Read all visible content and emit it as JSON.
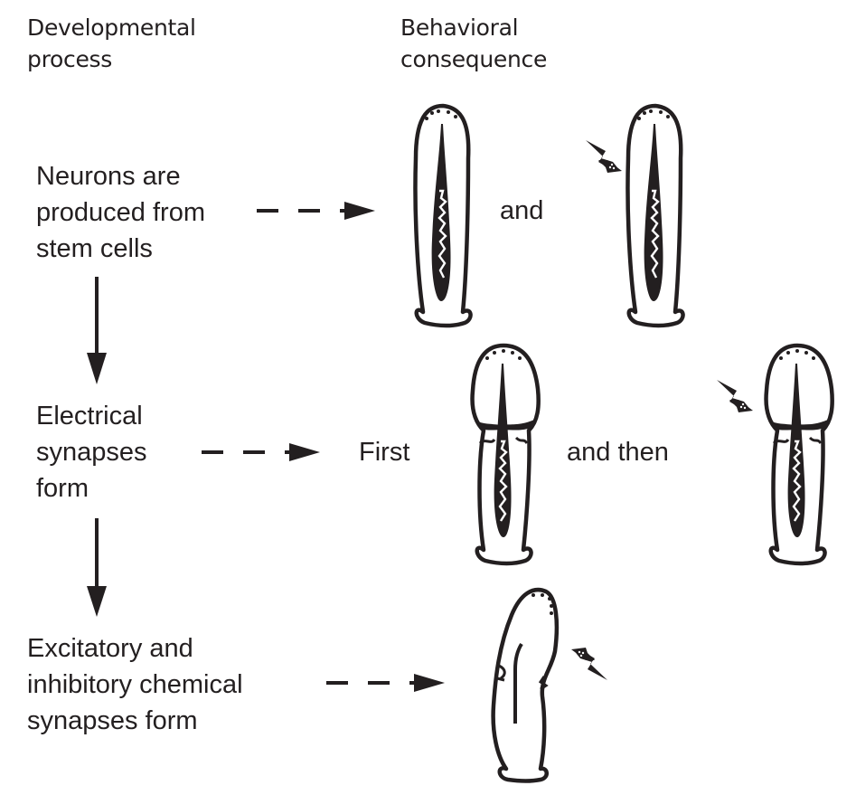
{
  "headers": {
    "left": "Developmental\nprocess",
    "right": "Behavioral\nconsequence"
  },
  "steps": [
    {
      "label": "Neurons are\nproduced from\nstem cells",
      "consequence": {
        "connector_words": [
          "and"
        ],
        "embryos": [
          {
            "stage": "elongated",
            "stimulus": false
          },
          {
            "stage": "elongated",
            "stimulus": true
          }
        ]
      }
    },
    {
      "label": "Electrical\nsynapses\nform",
      "consequence": {
        "connector_words": [
          "First",
          "and then"
        ],
        "embryos": [
          {
            "stage": "bending",
            "stimulus": false
          },
          {
            "stage": "bending",
            "stimulus": true
          }
        ]
      }
    },
    {
      "label": "Excitatory and\ninhibitory chemical\nsynapses form",
      "consequence": {
        "connector_words": [],
        "embryos": [
          {
            "stage": "curved-response",
            "stimulus": true
          }
        ]
      }
    }
  ],
  "colors": {
    "ink": "#231f20",
    "background": "#ffffff"
  }
}
